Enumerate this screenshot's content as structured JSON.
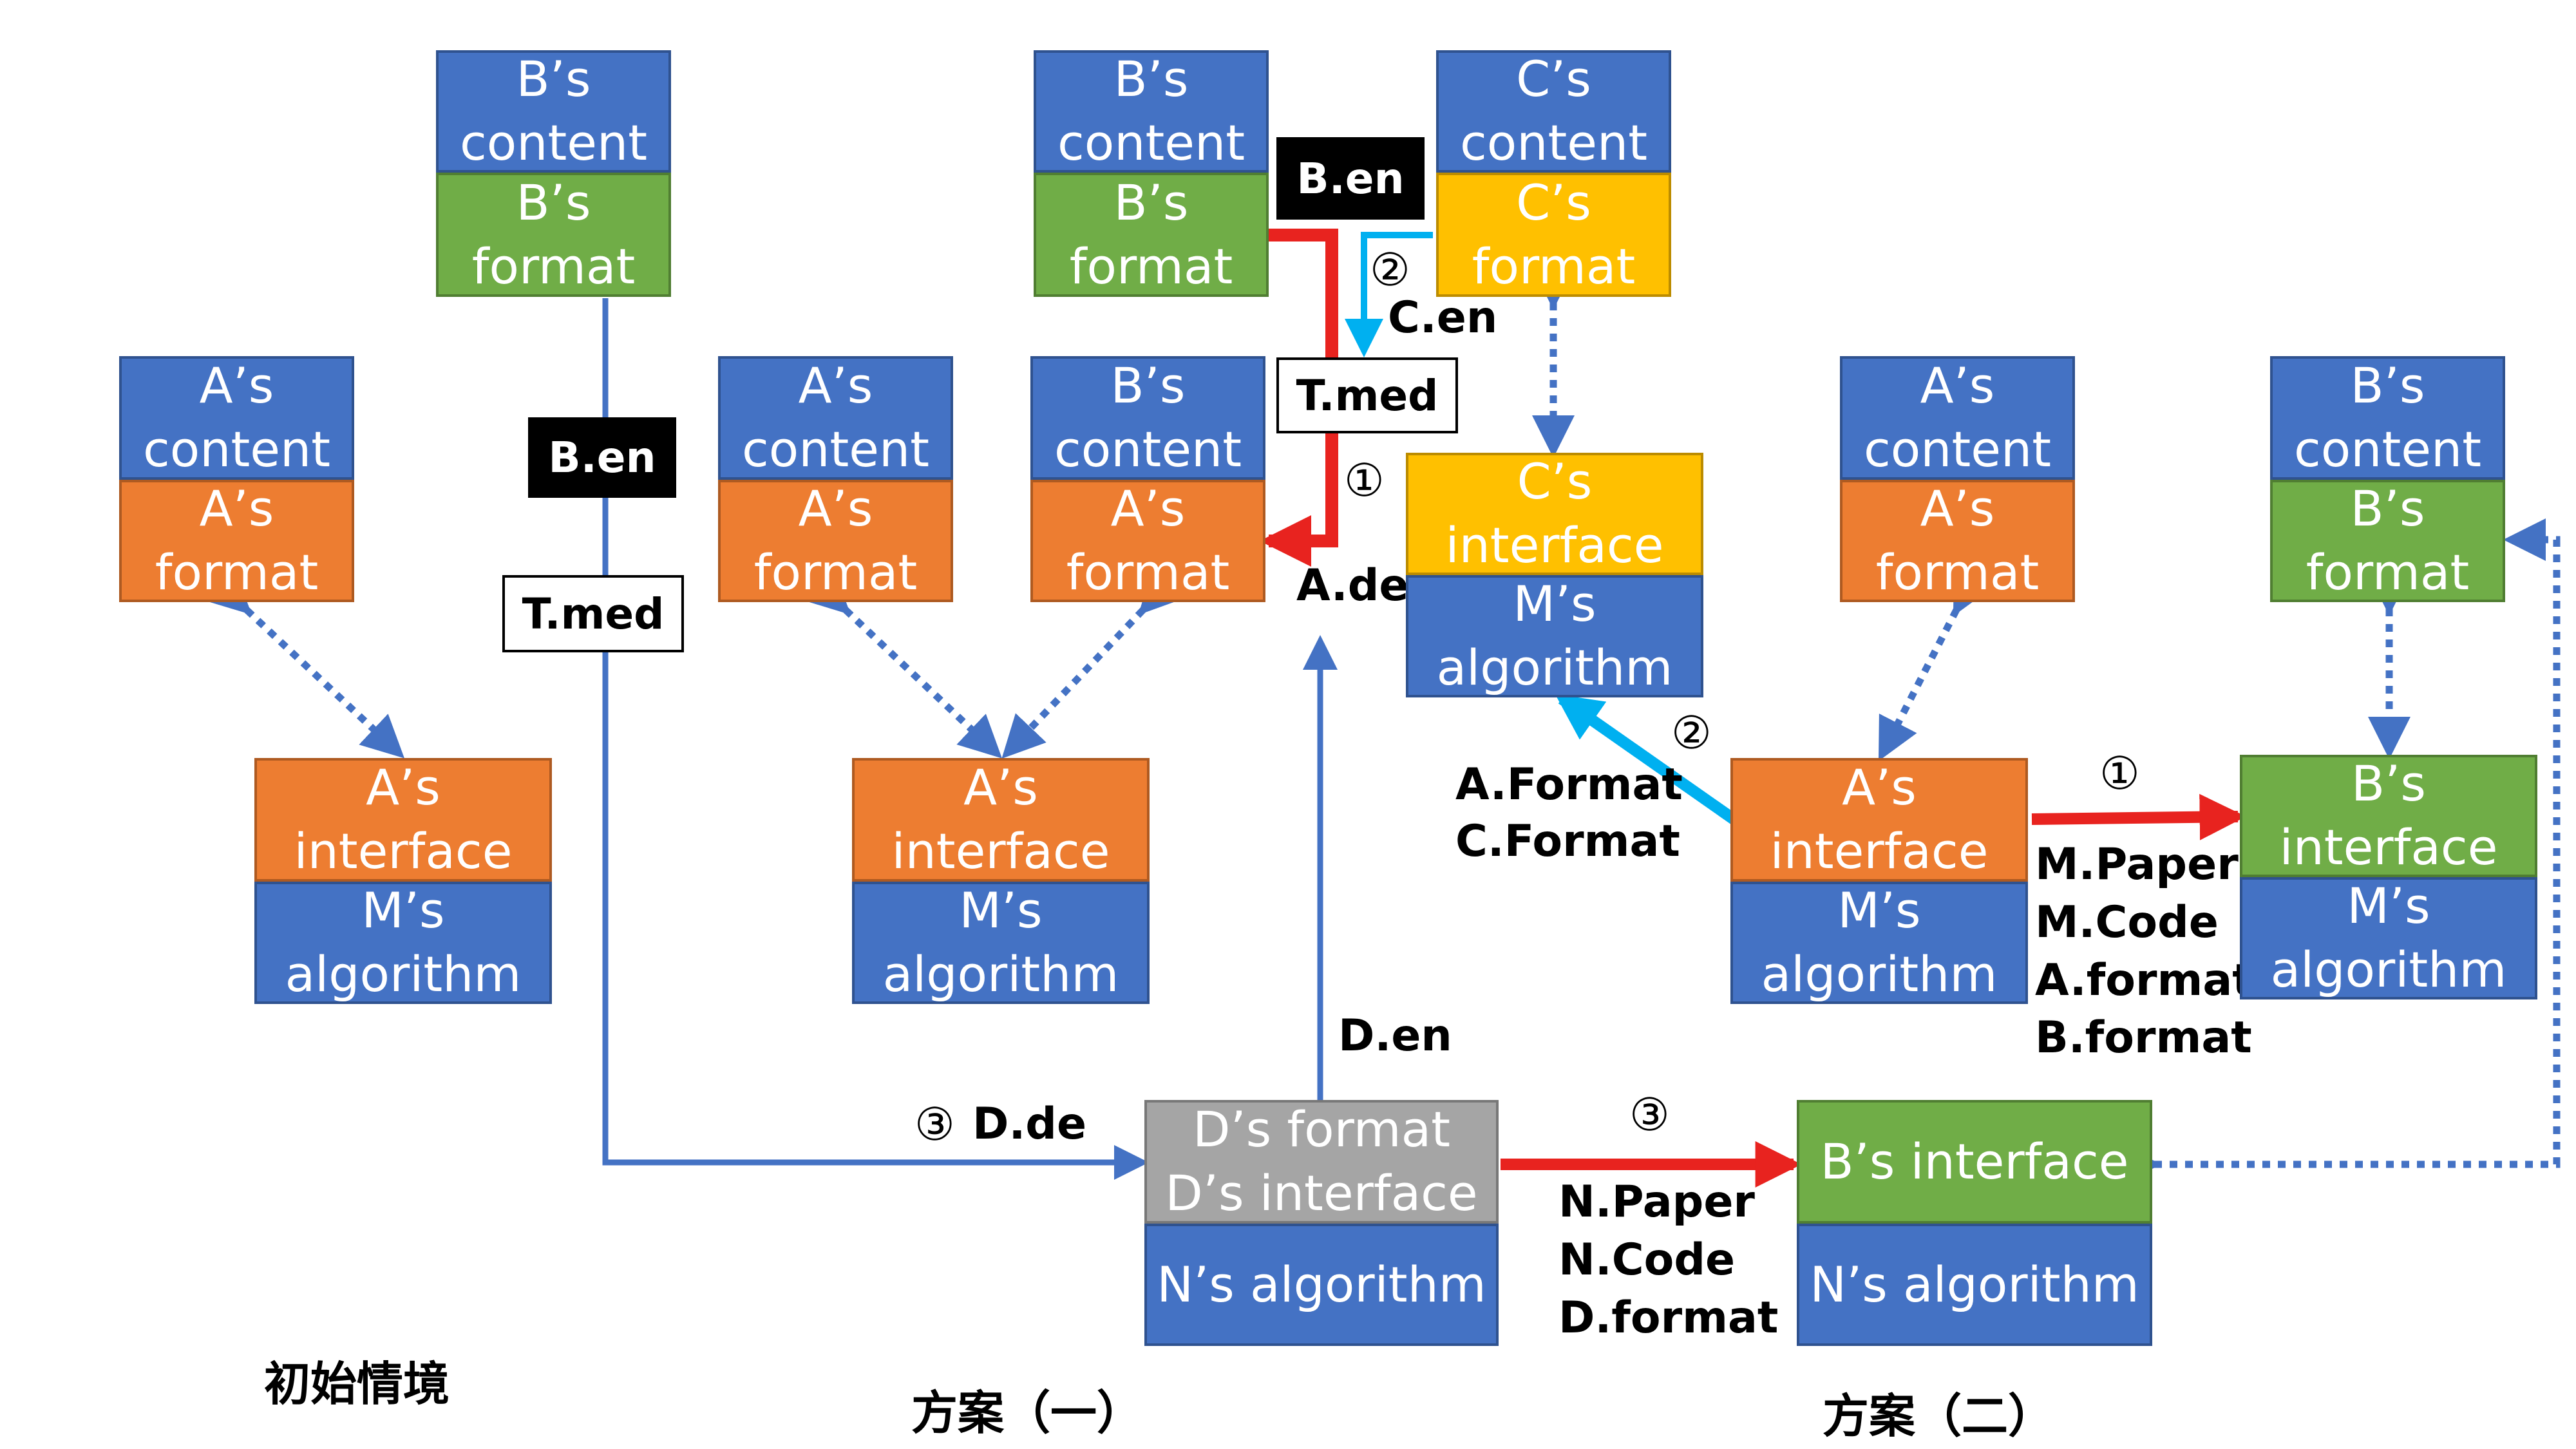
{
  "boxes": {
    "init_b_content": "B’s content",
    "init_b_format": "B’s format",
    "init_a_content": "A’s content",
    "init_a_format": "A’s format",
    "init_a_interface": "A’s interface",
    "init_m_algorithm": "M’s algorithm",
    "s1_b_content": "B’s content",
    "s1_b_format": "B’s format",
    "s1_c_content": "C’s content",
    "s1_c_format": "C’s format",
    "s1_a_content": "A’s content",
    "s1_a_format": "A’s format",
    "s1_b_content2": "B’s content",
    "s1_a_format2": "A’s format",
    "s1_c_interface": "C’s interface",
    "s1_m_algorithm": "M’s algorithm",
    "s1_a_interface": "A’s interface",
    "s1_m_algorithm2": "M’s algorithm",
    "s1_d_format": "D’s format",
    "s1_d_interface": "D’s interface",
    "s1_n_algorithm": "N’s algorithm",
    "s2_a_content": "A’s content",
    "s2_a_format": "A’s format",
    "s2_b_content": "B’s content",
    "s2_b_format": "B’s format",
    "s2_a_interface": "A’s interface",
    "s2_m_algorithm": "M’s algorithm",
    "s2_b_interface": "B’s interface",
    "s2_m_algorithm2": "M’s algorithm",
    "s2_b_interface_n": "B’s interface",
    "s2_n_algorithm": "N’s algorithm"
  },
  "tags": {
    "b_en_1": "B.en",
    "t_med_1": "T.med",
    "b_en_2": "B.en",
    "t_med_2": "T.med"
  },
  "labels": {
    "c_en": "C.en",
    "a_de": "A.de",
    "a_format": "A.Format",
    "c_format": "C.Format",
    "d_en": "D.en",
    "d_de": "D.de",
    "m_paper": "M.Paper",
    "m_code": "M.Code",
    "m_a_format": "A.format",
    "m_b_format": "B.format",
    "n_paper": "N.Paper",
    "n_code": "N.Code",
    "n_d_format": "D.format"
  },
  "numbers": {
    "one": "①",
    "two": "②",
    "three": "③"
  },
  "captions": {
    "initial": "初始情境",
    "plan1": "方案（一）",
    "plan2": "方案（二）"
  },
  "colors": {
    "blue": "#4472c4",
    "orange": "#ed7d31",
    "green": "#70ad47",
    "yellow": "#ffc000",
    "gray": "#a5a5a5",
    "red_arrow": "#e8231f",
    "cyan_arrow": "#00b0f0"
  }
}
